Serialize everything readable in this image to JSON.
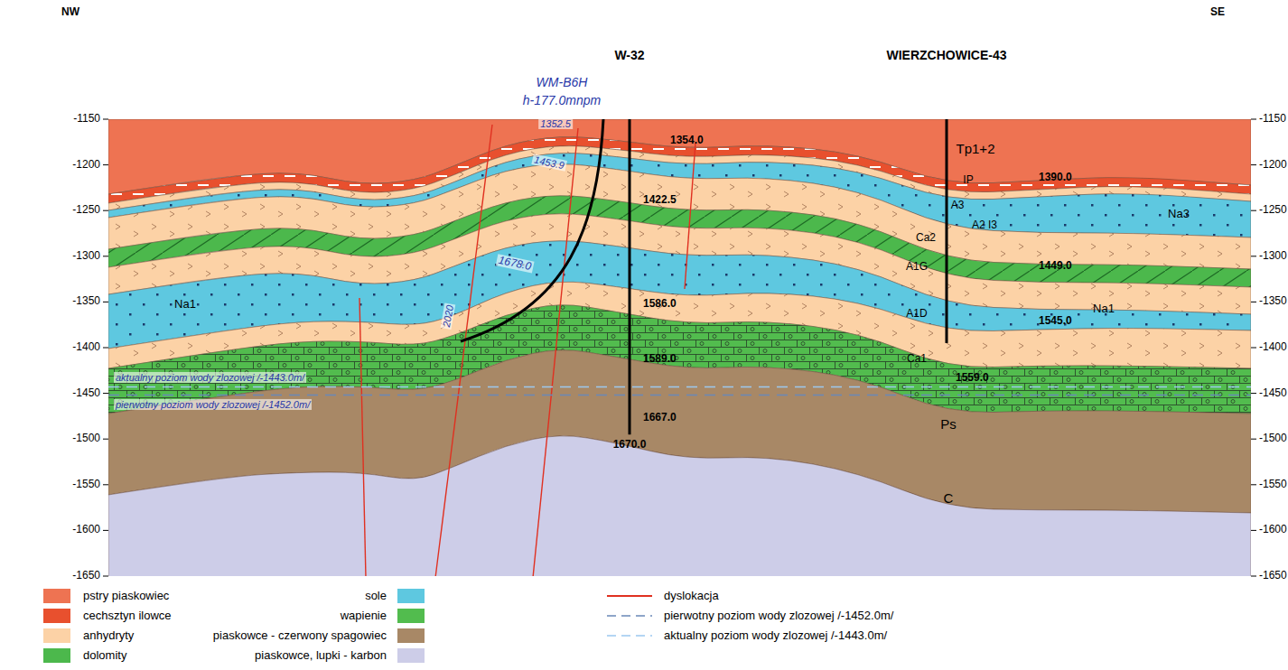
{
  "diagram": {
    "labels": [
      "NW",
      "SE",
      "W-32",
      "WIERZCHOWICE-43",
      "WM-B6H",
      "h-177.0mnpm",
      "-1150",
      "-1200",
      "-1250",
      "-1300",
      "-1350",
      "-1400",
      "-1450",
      "-1500",
      "-1550",
      "-1600",
      "-1650",
      "-1150",
      "-1200",
      "-1250",
      "-1300",
      "-1350",
      "-1400",
      "-1450",
      "-1500",
      "-1550",
      "-1600",
      "-1650",
      "1352.5",
      "1354.0",
      "1453.9",
      "1422.5",
      "1678.0",
      "1586.0",
      "1589.0",
      "1667.0",
      "1670.0",
      "2020",
      "1390.0",
      "1449.0",
      "1545.0",
      "1559.0",
      "Tp1+2",
      "IP",
      "A3",
      "A2 I3",
      "Ca2",
      "A1G",
      "A1D",
      "Na1",
      "Na1",
      "Na3",
      "Ca1",
      "Ps",
      "C",
      "aktualny poziom wody zlozowej /-1443.0m/",
      "pierwotny poziom wody zlozowej /-1452.0m/"
    ],
    "legend": [
      {
        "text": "pstry piaskowiec",
        "color": "#ee7352"
      },
      {
        "text": "cechsztyn ilowce",
        "color": "#e8502e"
      },
      {
        "text": "anhydryty",
        "color": "#fcd2a6"
      },
      {
        "text": "dolomity",
        "color": "#4cb84c"
      },
      {
        "text": "sole",
        "color": "#5ec8e0"
      },
      {
        "text": "wapienie",
        "color": "#52bc4e"
      },
      {
        "text": "piaskowce - czerwony spagowiec",
        "color": "#a88866"
      },
      {
        "text": "piaskowce, lupki - karbon",
        "color": "#cdcde8"
      },
      {
        "text": "dyslokacja"
      },
      {
        "text": "pierwotny poziom wody zlozowej /-1452.0m/"
      },
      {
        "text": "aktualny poziom wody zlozowej /-1443.0m/"
      }
    ]
  }
}
